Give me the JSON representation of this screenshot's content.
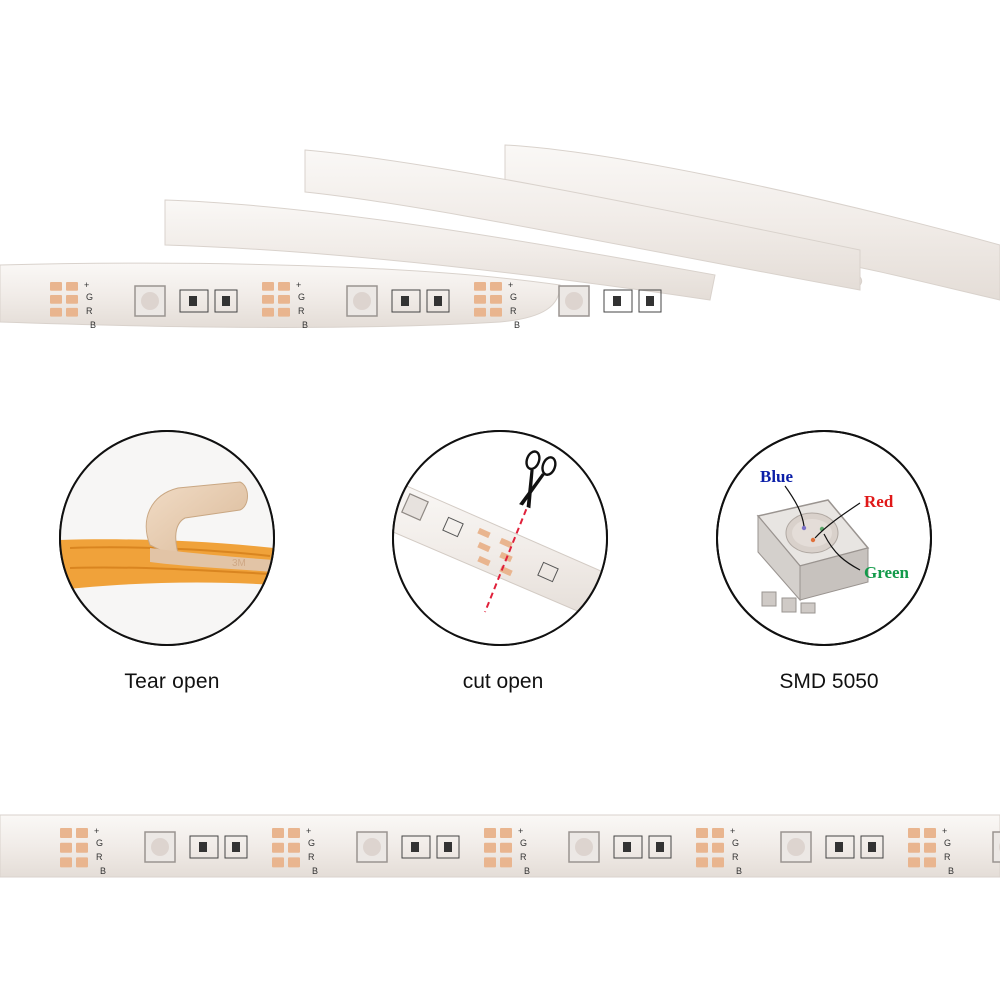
{
  "colors": {
    "strip": "#f3efec",
    "strip_edge": "#d9d2cc",
    "pad": "#e9b58f",
    "chip_frame": "#9a9490",
    "blue_label": "#0b1fa8",
    "red_label": "#e01818",
    "green_label": "#129a4a",
    "cut_line": "#e0203a",
    "tape": "#e8c9ac",
    "flex_pcb": "#f0a23a"
  },
  "strip_marks": {
    "plus": "+",
    "g": "G",
    "r": "R",
    "b": "B"
  },
  "panels": [
    {
      "caption": "Tear open"
    },
    {
      "caption": "cut open"
    },
    {
      "caption": "SMD 5050"
    }
  ],
  "chip_labels": {
    "blue": "Blue",
    "red": "Red",
    "green": "Green"
  },
  "icons": {
    "scissors": "scissors-icon"
  }
}
